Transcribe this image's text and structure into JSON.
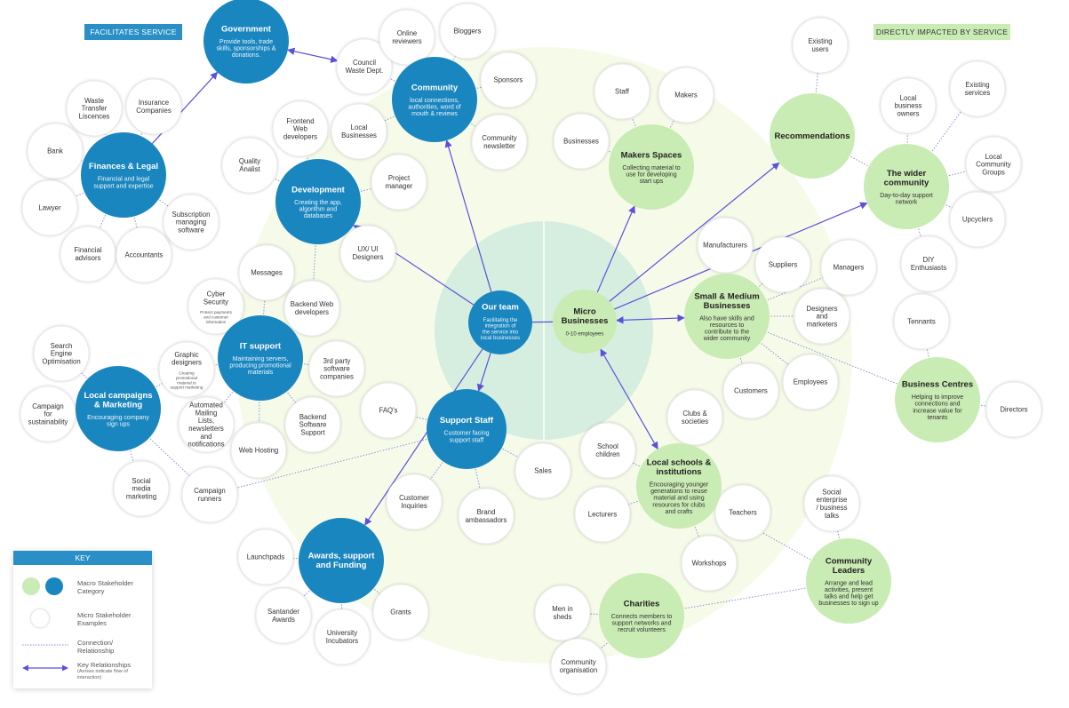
{
  "headers": {
    "left": "FACILITATES SERVICE",
    "right": "DIRECTLY IMPACTED BY SERVICE"
  },
  "colors": {
    "blue": "#1a86bf",
    "green": "#c9ebb4",
    "bg_ring": "#f6fbe9",
    "inner_ring": "#d6eedf",
    "white": "#ffffff",
    "connection": "#8a8ee0",
    "arrow": "#5b50dc"
  },
  "key": {
    "title": "KEY",
    "macro": "Macro Stakeholder Category",
    "micro": "Micro Stakeholder Examples",
    "connection": "Connection/ Relationship",
    "key_rel": "Key Relationships",
    "key_rel_note": "(Arrows indicate flow of interaction)"
  },
  "macro": [
    {
      "id": "government",
      "title": "Government",
      "desc": "Provide tools, trade skills, sponsorships & donations.",
      "kind": "blue"
    },
    {
      "id": "community",
      "title": "Community",
      "desc": "local connections, authorities, word of mouth & reviews",
      "kind": "blue"
    },
    {
      "id": "finances",
      "title": "Finances & Legal",
      "desc": "Financial and legal support and expertise",
      "kind": "blue"
    },
    {
      "id": "development",
      "title": "Development",
      "desc": "Creating the app, algorithm and databases",
      "kind": "blue"
    },
    {
      "id": "itsupport",
      "title": "IT support",
      "desc": "Maintaining servers, producing promotional materials",
      "kind": "blue"
    },
    {
      "id": "campaigns",
      "title": "Local campaigns & Marketing",
      "desc": "Encouraging company sign ups",
      "kind": "blue"
    },
    {
      "id": "ourteam",
      "title": "Our team",
      "desc": "Facilitating the integration of the service into local businesses",
      "kind": "blue"
    },
    {
      "id": "support",
      "title": "Support Staff",
      "desc": "Customer facing support staff",
      "kind": "blue"
    },
    {
      "id": "awards",
      "title": "Awards, support and Funding",
      "desc": "",
      "kind": "blue"
    },
    {
      "id": "micro",
      "title": "Micro Businesses",
      "desc": "0-10 employees",
      "kind": "green"
    },
    {
      "id": "makers",
      "title": "Makers Spaces",
      "desc": "Collecting material to use for developing start ups",
      "kind": "green"
    },
    {
      "id": "recommend",
      "title": "Recommendations",
      "desc": "",
      "kind": "green"
    },
    {
      "id": "wider",
      "title": "The wider community",
      "desc": "Day-to-day support network",
      "kind": "green"
    },
    {
      "id": "sme",
      "title": "Small & Medium Businesses",
      "desc": "Also have skills and resources to contribute to the wider community",
      "kind": "green"
    },
    {
      "id": "centres",
      "title": "Business Centres",
      "desc": "Helping to improve connections and increase value for tenants",
      "kind": "green"
    },
    {
      "id": "schools",
      "title": "Local schools & institutions",
      "desc": "Encouraging younger generations to reuse material and using resources for clubs and crafts",
      "kind": "green"
    },
    {
      "id": "leaders",
      "title": "Community Leaders",
      "desc": "Arrange and lead activities, present talks and help get businesses to sign up",
      "kind": "green"
    },
    {
      "id": "charities",
      "title": "Charities",
      "desc": "Connects members to support networks and recruit volunteers",
      "kind": "green"
    }
  ],
  "micro": [
    {
      "id": "council",
      "text": "Council Waste Dept."
    },
    {
      "id": "onlinerev",
      "text": "Online reviewers"
    },
    {
      "id": "bloggers",
      "text": "Bloggers"
    },
    {
      "id": "sponsors",
      "text": "Sponsors"
    },
    {
      "id": "commnews",
      "text": "Community newsletter"
    },
    {
      "id": "localbiz",
      "text": "Local Businesses"
    },
    {
      "id": "wastetransfer",
      "text": "Waste Transfer Liscences"
    },
    {
      "id": "insurance",
      "text": "Insurance Companies"
    },
    {
      "id": "bank",
      "text": "Bank"
    },
    {
      "id": "lawyer",
      "text": "Lawyer"
    },
    {
      "id": "finadv",
      "text": "Financial advisors"
    },
    {
      "id": "accountants",
      "text": "Accountants"
    },
    {
      "id": "subscription",
      "text": "Subscription managing software"
    },
    {
      "id": "frontend",
      "text": "Frontend Web developers"
    },
    {
      "id": "quality",
      "text": "Quality Analist"
    },
    {
      "id": "projman",
      "text": "Project manager"
    },
    {
      "id": "uxui",
      "text": "UX/ UI Designers"
    },
    {
      "id": "backend",
      "text": "Backend Web developers"
    },
    {
      "id": "messages",
      "text": "Messages"
    },
    {
      "id": "cyber",
      "text": "Cyber Security",
      "small": "Protect payments and customer information"
    },
    {
      "id": "graphic",
      "text": "Graphic designers",
      "small": "Creating promotional material to support marketing"
    },
    {
      "id": "thirdparty",
      "text": "3rd party software companies"
    },
    {
      "id": "automated",
      "text": "Automated Mailing Lists, newsletters and notifications"
    },
    {
      "id": "webhosting",
      "text": "Web Hosting"
    },
    {
      "id": "backendsupport",
      "text": "Backend Software Support"
    },
    {
      "id": "seo",
      "text": "Search Engine Optimisation"
    },
    {
      "id": "campsustain",
      "text": "Campaign for sustainability"
    },
    {
      "id": "socialmedia",
      "text": "Social media marketing"
    },
    {
      "id": "camprunners",
      "text": "Campaign runners"
    },
    {
      "id": "faqs",
      "text": "FAQ's"
    },
    {
      "id": "custinq",
      "text": "Customer Inquiries"
    },
    {
      "id": "brandamb",
      "text": "Brand ambassadors"
    },
    {
      "id": "sales",
      "text": "Sales"
    },
    {
      "id": "launchpads",
      "text": "Launchpads"
    },
    {
      "id": "santander",
      "text": "Santander Awards"
    },
    {
      "id": "univinc",
      "text": "University Incubators"
    },
    {
      "id": "grants",
      "text": "Grants"
    },
    {
      "id": "staff",
      "text": "Staff"
    },
    {
      "id": "makersm",
      "text": "Makers"
    },
    {
      "id": "businesses",
      "text": "Businesses"
    },
    {
      "id": "existusers",
      "text": "Existing users"
    },
    {
      "id": "localowners",
      "text": "Local business owners"
    },
    {
      "id": "existservices",
      "text": "Existing services"
    },
    {
      "id": "localgroups",
      "text": "Local Community Groups"
    },
    {
      "id": "upcyclers",
      "text": "Upcyclers"
    },
    {
      "id": "diy",
      "text": "DIY Enthusiasts"
    },
    {
      "id": "manufacturers",
      "text": "Manufacturers"
    },
    {
      "id": "suppliers",
      "text": "Suppliers"
    },
    {
      "id": "managers",
      "text": "Managers"
    },
    {
      "id": "designers",
      "text": "Designers and marketers"
    },
    {
      "id": "customers",
      "text": "Customers"
    },
    {
      "id": "employees",
      "text": "Employees"
    },
    {
      "id": "tennants",
      "text": "Tennants"
    },
    {
      "id": "directors",
      "text": "Directors"
    },
    {
      "id": "clubs",
      "text": "Clubs & societies"
    },
    {
      "id": "schoolchildren",
      "text": "School children"
    },
    {
      "id": "lecturers",
      "text": "Lecturers"
    },
    {
      "id": "teachers",
      "text": "Teachers"
    },
    {
      "id": "workshops",
      "text": "Workshops"
    },
    {
      "id": "socialent",
      "text": "Social enterprise / business talks"
    },
    {
      "id": "meninsheds",
      "text": "Men in sheds"
    },
    {
      "id": "commorg",
      "text": "Community organisation"
    }
  ]
}
